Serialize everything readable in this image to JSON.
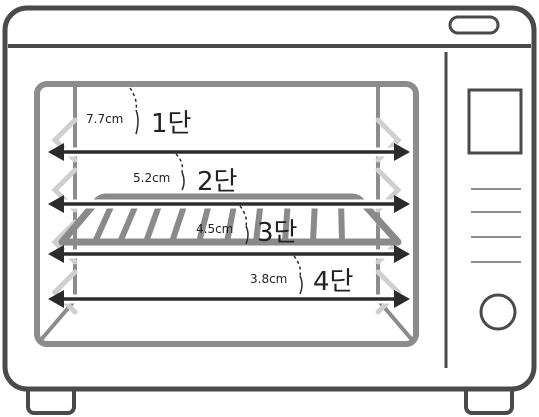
{
  "colors": {
    "outline": "#4a4a4a",
    "frame_gray": "#8c8c8c",
    "wall_light": "#cfcfcf",
    "rack": "#8a8a8a",
    "arrow": "#2b2b2b",
    "text": "#222222",
    "background": "#ffffff"
  },
  "icons": {
    "dial": "round-knob-icon",
    "display": "display-window-icon",
    "vent": "vent-lines-icon"
  },
  "levels": [
    {
      "distance": "7.7cm",
      "name": "1단"
    },
    {
      "distance": "5.2cm",
      "name": "2단"
    },
    {
      "distance": "4.5cm",
      "name": "3단"
    },
    {
      "distance": "3.8cm",
      "name": "4단"
    }
  ]
}
